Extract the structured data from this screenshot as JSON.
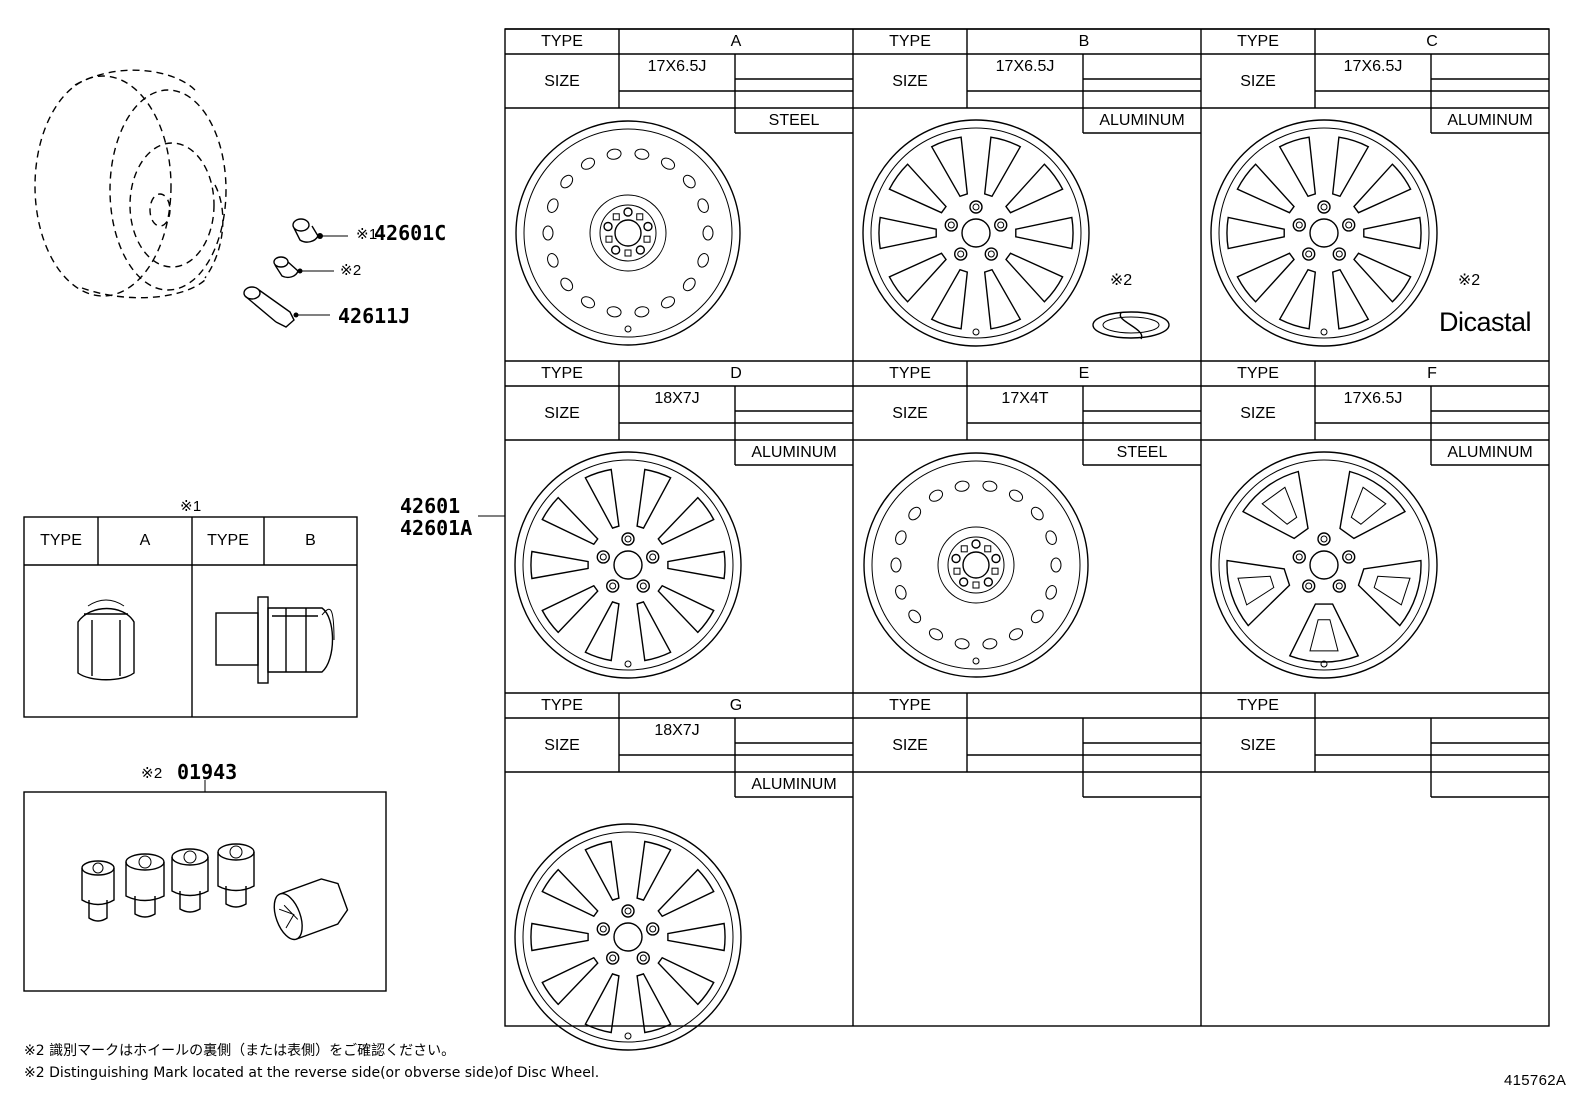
{
  "callouts": {
    "valve_cap": "42601C",
    "valve": "42611J",
    "wheel": "42601",
    "wheel_alt": "42601A",
    "lock_set": "01943",
    "mark1": "※1",
    "mark2": "※2"
  },
  "nut_table": {
    "header_mark": "※1",
    "type_label": "TYPE",
    "types": [
      "A",
      "B"
    ]
  },
  "labels": {
    "type": "TYPE",
    "size": "SIZE"
  },
  "wheels": [
    {
      "type": "A",
      "size": "17X6.5J",
      "material": "STEEL",
      "style": "steel"
    },
    {
      "type": "B",
      "size": "17X6.5J",
      "material": "ALUMINUM",
      "style": "spoke10",
      "mark": "※2",
      "brand": "logo"
    },
    {
      "type": "C",
      "size": "17X6.5J",
      "material": "ALUMINUM",
      "style": "spoke10",
      "mark": "※2",
      "brand": "Dicastal"
    },
    {
      "type": "D",
      "size": "18X7J",
      "material": "ALUMINUM",
      "style": "spoke5split"
    },
    {
      "type": "E",
      "size": "17X4T",
      "material": "STEEL",
      "style": "steel"
    },
    {
      "type": "F",
      "size": "17X6.5J",
      "material": "ALUMINUM",
      "style": "spoke5wide"
    },
    {
      "type": "G",
      "size": "18X7J",
      "material": "ALUMINUM",
      "style": "spoke5split"
    },
    {
      "type": "",
      "size": "",
      "material": "",
      "style": "none"
    },
    {
      "type": "",
      "size": "",
      "material": "",
      "style": "none"
    }
  ],
  "notes": {
    "jp": "※2 識別マークはホイールの裏側（または表側）をご確認ください。",
    "en": "※2 Distinguishing Mark located at the reverse side(or obverse side)of Disc Wheel."
  },
  "diagram_id": "415762A"
}
